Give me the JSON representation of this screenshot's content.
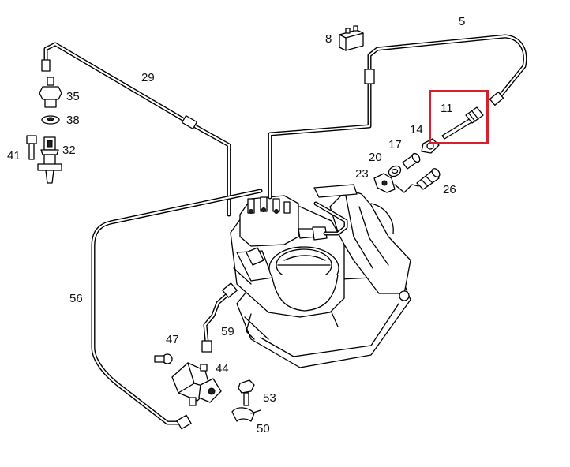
{
  "diagram": {
    "callouts": {
      "p5": "5",
      "p8": "8",
      "p11": "11",
      "p14": "14",
      "p17": "17",
      "p20": "20",
      "p23": "23",
      "p26": "26",
      "p29": "29",
      "p32": "32",
      "p35": "35",
      "p38": "38",
      "p41": "41",
      "p44": "44",
      "p47": "47",
      "p50": "50",
      "p53": "53",
      "p56": "56",
      "p59": "59"
    },
    "highlighted_part": "11",
    "highlight_color": "#d8202c"
  }
}
